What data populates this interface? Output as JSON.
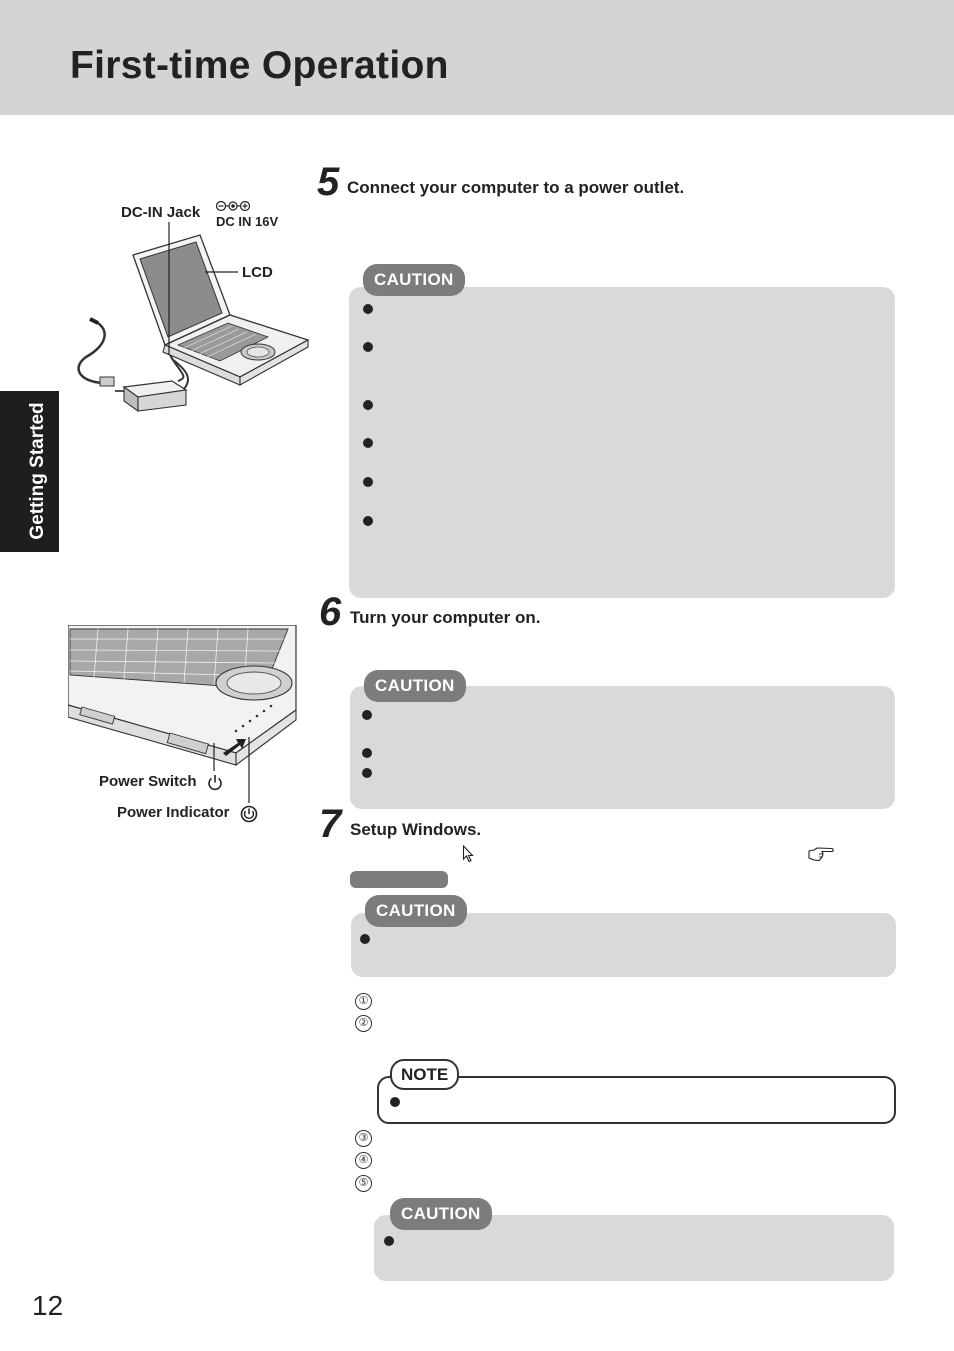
{
  "header": {
    "title": "First-time Operation"
  },
  "side_tab": {
    "label": "Getting Started"
  },
  "figure1": {
    "dc_in_jack_label": "DC-IN Jack",
    "dc_in_rating_label": "DC IN 16V",
    "lcd_label": "LCD",
    "polarity_icon": "dc-polarity-icon"
  },
  "figure2": {
    "power_switch_label": "Power Switch",
    "power_indicator_label": "Power Indicator",
    "power_icon": "power-icon"
  },
  "steps": [
    {
      "number": "5",
      "text": "Connect your computer to a power outlet."
    },
    {
      "number": "6",
      "text": "Turn your computer on."
    },
    {
      "number": "7",
      "text": "Setup Windows."
    }
  ],
  "caution_label": "CAUTION",
  "note_label": "NOTE",
  "sub_steps": [
    "①",
    "②",
    "③",
    "④",
    "⑤"
  ],
  "page_number": "12",
  "colors": {
    "header_band": "#d4d4d4",
    "caution_box": "#d9d9d9",
    "caution_tab": "#7c7c7c",
    "side_tab": "#1e1e1e"
  }
}
